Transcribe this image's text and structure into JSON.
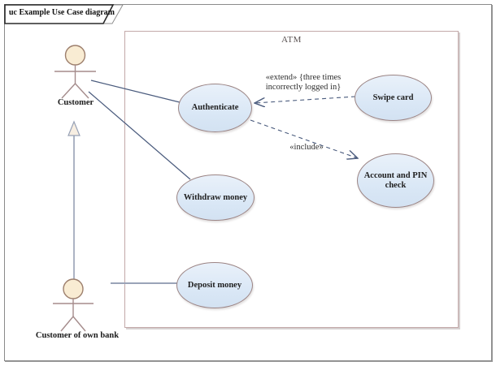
{
  "title_tab": {
    "label": "uc Example Use Case diagram"
  },
  "system_boundary": {
    "label": "ATM"
  },
  "actors": [
    {
      "name": "Customer"
    },
    {
      "name": "Customer of own bank"
    }
  ],
  "use_cases": [
    {
      "label": "Authenticate"
    },
    {
      "label": "Swipe card"
    },
    {
      "label": "Account and PIN check"
    },
    {
      "label": "Withdraw money"
    },
    {
      "label": "Deposit money"
    }
  ],
  "relationships": {
    "extend": {
      "label_line1": "«extend» {three times",
      "label_line2": "incorrectly logged in}",
      "from": "Swipe card",
      "to": "Authenticate"
    },
    "include": {
      "label": "«include»",
      "from": "Authenticate",
      "to": "Account and PIN check"
    },
    "generalization": {
      "from": "Customer of own bank",
      "to": "Customer"
    },
    "associations": [
      {
        "from": "Customer",
        "to": "Authenticate"
      },
      {
        "from": "Customer",
        "to": "Withdraw money"
      },
      {
        "from": "Customer of own bank",
        "to": "Deposit money"
      }
    ]
  },
  "colors": {
    "use_case_fill": "#dbe7f6",
    "use_case_border": "#9b8484",
    "boundary_border": "#c3a9a9",
    "frame_border": "#8a8a8a",
    "association": "#4a5b7d",
    "generalization": "#97a1b6",
    "actor_stroke": "#a58c8c",
    "actor_head_fill": "#f9ecd3",
    "triangle_fill": "#f7eee2"
  }
}
